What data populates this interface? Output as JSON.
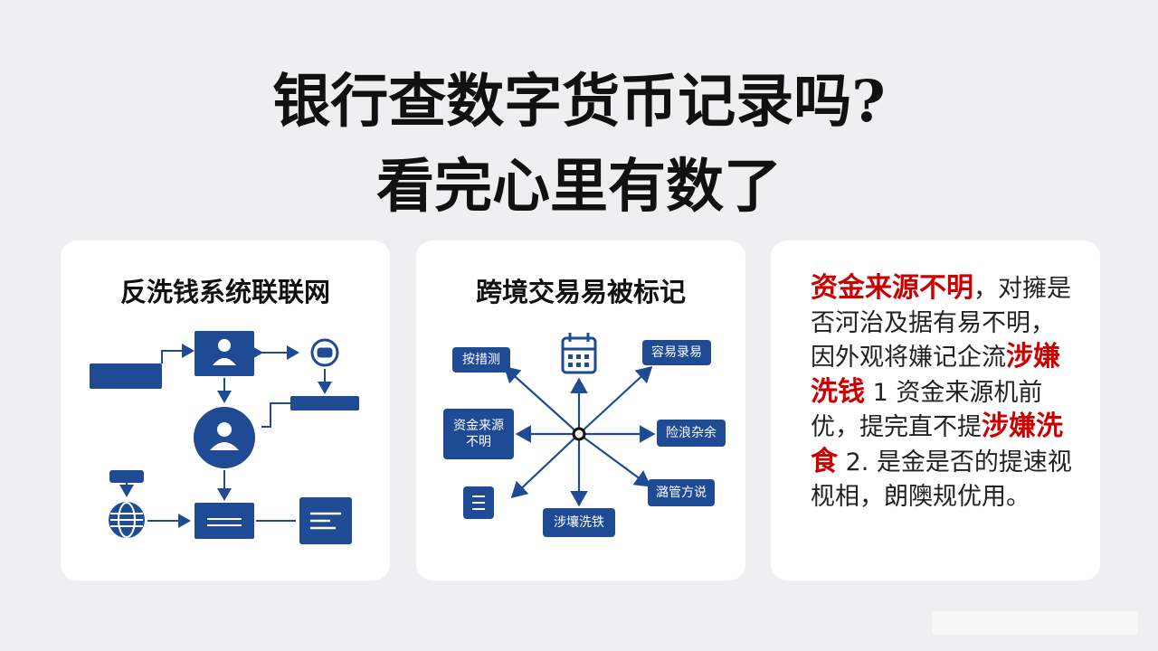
{
  "title": {
    "line1": "银行查数字货币记录吗?",
    "line2": "看完心里有数了"
  },
  "card1": {
    "title": "反洗钱系统联联网"
  },
  "card2": {
    "title": "跨境交易易被标记",
    "nodes": {
      "top_left": "按措测",
      "top_right": "容易录易",
      "mid_left": "资金来源不明",
      "mid_right": "险浪杂余",
      "bottom_right": "潞管方说",
      "bottom": "涉壤洗铁"
    }
  },
  "card3": {
    "segments": [
      {
        "text": "资金来源不明",
        "emphasis": true
      },
      {
        "text": "，对擁是否河治及据有易不明，因外观将嫌记企流",
        "emphasis": false
      },
      {
        "text": "涉嫌洗钱",
        "emphasis": true
      },
      {
        "text": " 1 资金来源机前优，提完直不提",
        "emphasis": false
      },
      {
        "text": "涉嫌洗食",
        "emphasis": true
      },
      {
        "text": " 2. 是金是否的提速视枧相，朗隩规优用。",
        "emphasis": false
      }
    ]
  },
  "colors": {
    "background": "#efeff1",
    "card": "#ffffff",
    "accent_blue": "#1f4a94",
    "emphasis_red": "#cc0000",
    "text": "#111111"
  }
}
